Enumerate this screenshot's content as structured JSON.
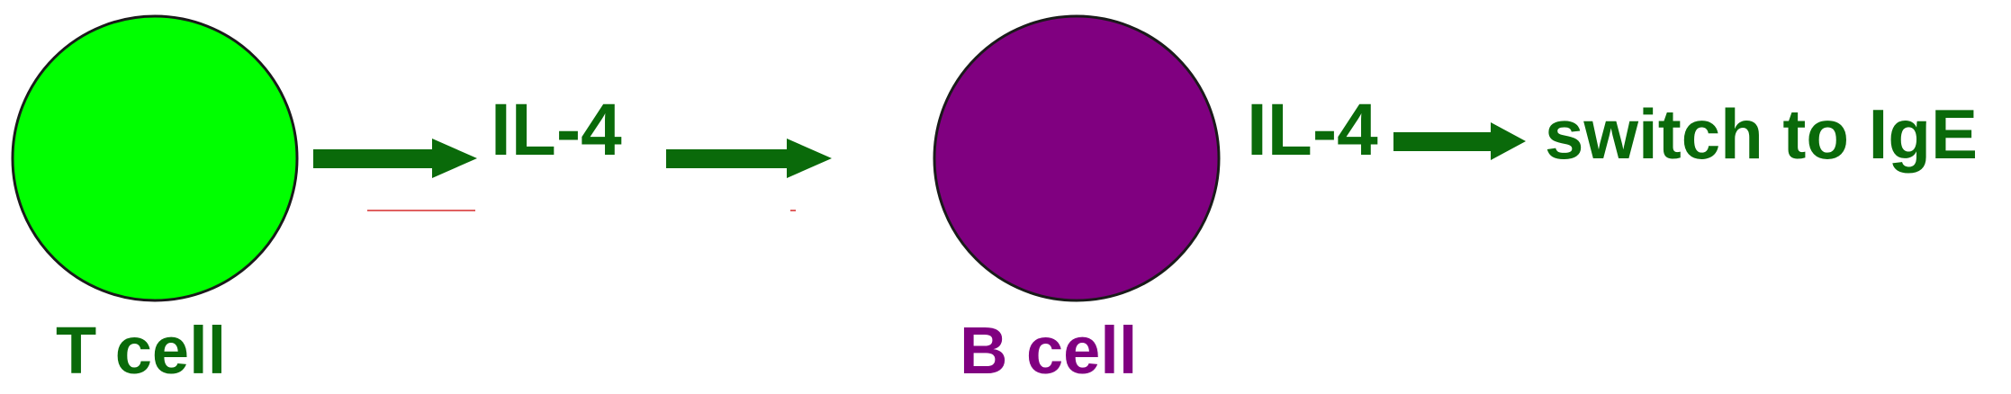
{
  "colors": {
    "t_cell": "#00ff00",
    "b_cell": "#800080",
    "arrow": "#0a6a0a",
    "text_green": "#0a6a0a",
    "text_purple": "#800080",
    "stroke": "#1a1a1a",
    "red_line": "#e06060"
  },
  "cells": {
    "t_cell_label": "T cell",
    "b_cell_label": "B cell"
  },
  "labels": {
    "il4_first": "IL-4",
    "il4_second": "IL-4",
    "switch_text": "switch to IgE"
  }
}
